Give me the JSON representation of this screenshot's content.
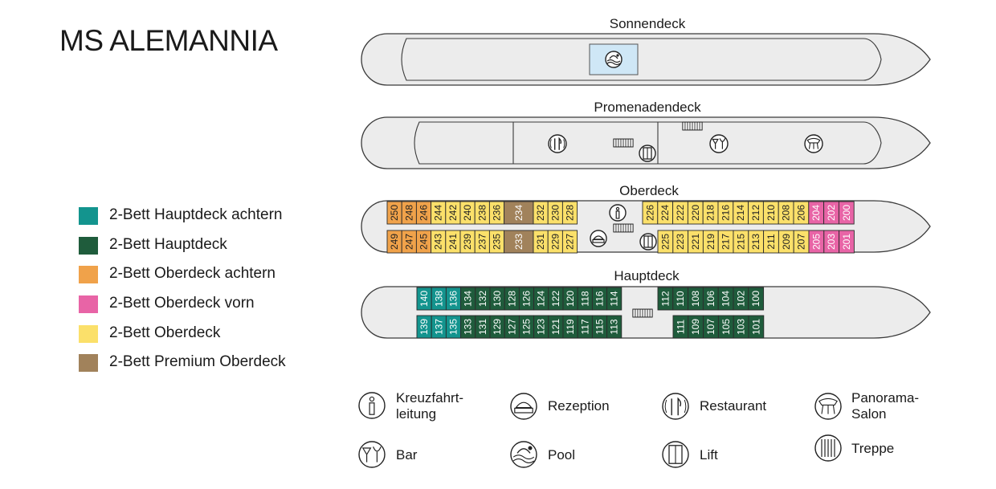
{
  "title": "MS ALEMANNIA",
  "colors": {
    "hauptdeck_achtern": "#13948e",
    "hauptdeck": "#1f5c3c",
    "oberdeck_achtern": "#f0a24a",
    "oberdeck_vorn": "#e864a6",
    "oberdeck": "#fbe06a",
    "premium_oberdeck": "#a1825b",
    "hull": "#ececec",
    "pool": "#cfe7f6"
  },
  "legend": [
    {
      "label": "2-Bett Hauptdeck achtern",
      "color": "#13948e"
    },
    {
      "label": "2-Bett Hauptdeck",
      "color": "#1f5c3c"
    },
    {
      "label": "2-Bett Oberdeck achtern",
      "color": "#f0a24a"
    },
    {
      "label": "2-Bett Oberdeck vorn",
      "color": "#e864a6"
    },
    {
      "label": "2-Bett Oberdeck",
      "color": "#fbe06a"
    },
    {
      "label": "2-Bett Premium Oberdeck",
      "color": "#a1825b"
    }
  ],
  "decks": {
    "sonnendeck": {
      "label": "Sonnendeck",
      "icons": [
        "pool-icon"
      ]
    },
    "promenadendeck": {
      "label": "Promenadendeck",
      "icons": [
        "restaurant-icon",
        "stairs-icon",
        "lift-icon",
        "bar-icon",
        "panorama-salon-icon"
      ]
    },
    "oberdeck": {
      "label": "Oberdeck",
      "icons": [
        "info-icon",
        "stairs-icon",
        "reception-icon",
        "lift-icon"
      ],
      "rear_top": [
        {
          "n": "250",
          "t": "oa"
        },
        {
          "n": "248",
          "t": "oa"
        },
        {
          "n": "246",
          "t": "oa"
        },
        {
          "n": "244",
          "t": "o"
        },
        {
          "n": "242",
          "t": "o"
        },
        {
          "n": "240",
          "t": "o"
        },
        {
          "n": "238",
          "t": "o"
        },
        {
          "n": "236",
          "t": "o"
        },
        {
          "n": "234",
          "t": "p",
          "w": 2
        },
        {
          "n": "232",
          "t": "o"
        },
        {
          "n": "230",
          "t": "o"
        },
        {
          "n": "228",
          "t": "o"
        }
      ],
      "rear_bottom": [
        {
          "n": "249",
          "t": "oa"
        },
        {
          "n": "247",
          "t": "oa"
        },
        {
          "n": "245",
          "t": "oa"
        },
        {
          "n": "243",
          "t": "o"
        },
        {
          "n": "241",
          "t": "o"
        },
        {
          "n": "239",
          "t": "o"
        },
        {
          "n": "237",
          "t": "o"
        },
        {
          "n": "235",
          "t": "o"
        },
        {
          "n": "233",
          "t": "p",
          "w": 2
        },
        {
          "n": "231",
          "t": "o"
        },
        {
          "n": "229",
          "t": "o"
        },
        {
          "n": "227",
          "t": "o"
        }
      ],
      "front_top": [
        {
          "n": "226",
          "t": "o"
        },
        {
          "n": "224",
          "t": "o"
        },
        {
          "n": "222",
          "t": "o"
        },
        {
          "n": "220",
          "t": "o"
        },
        {
          "n": "218",
          "t": "o"
        },
        {
          "n": "216",
          "t": "o"
        },
        {
          "n": "214",
          "t": "o"
        },
        {
          "n": "212",
          "t": "o"
        },
        {
          "n": "210",
          "t": "o"
        },
        {
          "n": "208",
          "t": "o"
        },
        {
          "n": "206",
          "t": "o"
        },
        {
          "n": "204",
          "t": "ov"
        },
        {
          "n": "202",
          "t": "ov"
        },
        {
          "n": "200",
          "t": "ov"
        }
      ],
      "front_bottom": [
        {
          "n": "225",
          "t": "o"
        },
        {
          "n": "223",
          "t": "o"
        },
        {
          "n": "221",
          "t": "o"
        },
        {
          "n": "219",
          "t": "o"
        },
        {
          "n": "217",
          "t": "o"
        },
        {
          "n": "215",
          "t": "o"
        },
        {
          "n": "213",
          "t": "o"
        },
        {
          "n": "211",
          "t": "o"
        },
        {
          "n": "209",
          "t": "o"
        },
        {
          "n": "207",
          "t": "o"
        },
        {
          "n": "205",
          "t": "ov"
        },
        {
          "n": "203",
          "t": "ov"
        },
        {
          "n": "201",
          "t": "ov"
        }
      ]
    },
    "hauptdeck": {
      "label": "Hauptdeck",
      "icons": [
        "stairs-icon"
      ],
      "rear_top": [
        {
          "n": "140",
          "t": "ha"
        },
        {
          "n": "138",
          "t": "ha"
        },
        {
          "n": "136",
          "t": "ha"
        },
        {
          "n": "134",
          "t": "h"
        },
        {
          "n": "132",
          "t": "h"
        },
        {
          "n": "130",
          "t": "h"
        },
        {
          "n": "128",
          "t": "h"
        },
        {
          "n": "126",
          "t": "h"
        },
        {
          "n": "124",
          "t": "h"
        },
        {
          "n": "122",
          "t": "h"
        },
        {
          "n": "120",
          "t": "h"
        },
        {
          "n": "118",
          "t": "h"
        },
        {
          "n": "116",
          "t": "h"
        },
        {
          "n": "114",
          "t": "h"
        }
      ],
      "rear_bottom": [
        {
          "n": "139",
          "t": "ha"
        },
        {
          "n": "137",
          "t": "ha"
        },
        {
          "n": "135",
          "t": "ha"
        },
        {
          "n": "133",
          "t": "h"
        },
        {
          "n": "131",
          "t": "h"
        },
        {
          "n": "129",
          "t": "h"
        },
        {
          "n": "127",
          "t": "h"
        },
        {
          "n": "125",
          "t": "h"
        },
        {
          "n": "123",
          "t": "h"
        },
        {
          "n": "121",
          "t": "h"
        },
        {
          "n": "119",
          "t": "h"
        },
        {
          "n": "117",
          "t": "h"
        },
        {
          "n": "115",
          "t": "h"
        },
        {
          "n": "113",
          "t": "h"
        }
      ],
      "front_top": [
        {
          "n": "112",
          "t": "h"
        },
        {
          "n": "110",
          "t": "h"
        },
        {
          "n": "108",
          "t": "h"
        },
        {
          "n": "106",
          "t": "h"
        },
        {
          "n": "104",
          "t": "h"
        },
        {
          "n": "102",
          "t": "h"
        },
        {
          "n": "100",
          "t": "h"
        }
      ],
      "front_bottom": [
        {
          "n": "111",
          "t": "h"
        },
        {
          "n": "109",
          "t": "h"
        },
        {
          "n": "107",
          "t": "h"
        },
        {
          "n": "105",
          "t": "h"
        },
        {
          "n": "103",
          "t": "h"
        },
        {
          "n": "101",
          "t": "h"
        }
      ]
    }
  },
  "key": [
    {
      "icon": "info-icon",
      "label": "Kreuzfahrt-\nleitung"
    },
    {
      "icon": "reception-icon",
      "label": "Rezeption"
    },
    {
      "icon": "restaurant-icon",
      "label": "Restaurant"
    },
    {
      "icon": "panorama-salon-icon",
      "label": "Panorama-\nSalon"
    },
    {
      "icon": "bar-icon",
      "label": "Bar"
    },
    {
      "icon": "pool-icon",
      "label": "Pool"
    },
    {
      "icon": "lift-icon",
      "label": "Lift"
    },
    {
      "icon": "stairs-icon",
      "label": "Treppe"
    }
  ]
}
